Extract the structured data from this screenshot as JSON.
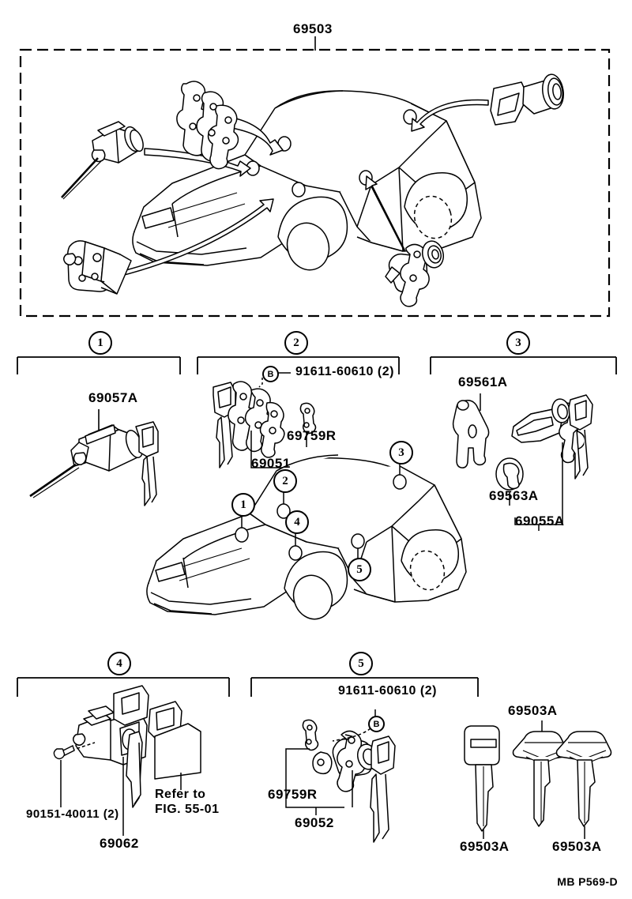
{
  "figure": {
    "footer_code": "MB P569-D",
    "top_assembly_label": "69503"
  },
  "panels": [
    {
      "number": "1",
      "labels": [
        {
          "text": "69057A"
        }
      ]
    },
    {
      "number": "2",
      "labels": [
        {
          "text": "91611-60610 (2)"
        },
        {
          "text": "69759R"
        },
        {
          "text": "69051"
        },
        {
          "text": "B"
        }
      ]
    },
    {
      "number": "3",
      "labels": [
        {
          "text": "69561A"
        },
        {
          "text": "69563A"
        },
        {
          "text": "69055A"
        }
      ]
    },
    {
      "number": "4",
      "labels": [
        {
          "text": "90151-40011 (2)"
        },
        {
          "text": "69062"
        },
        {
          "text": "Refer to"
        },
        {
          "text": "FIG. 55-01"
        }
      ]
    },
    {
      "number": "5",
      "labels": [
        {
          "text": "91611-60610 (2)"
        },
        {
          "text": "69759R"
        },
        {
          "text": "69052"
        },
        {
          "text": "B"
        }
      ]
    }
  ],
  "callouts": {
    "car_middle": [
      "1",
      "2",
      "3",
      "4",
      "5"
    ]
  },
  "keys": [
    {
      "part": "69503A"
    },
    {
      "part": "69503A"
    },
    {
      "part": "69503A"
    }
  ],
  "text": {
    "p1_69057A": "69057A",
    "p2_bolt_code": "91611-60610 (2)",
    "p2_bolt_mark": "B",
    "p2_69759R": "69759R",
    "p2_69051": "69051",
    "p3_69561A": "69561A",
    "p3_69563A": "69563A",
    "p3_69055A": "69055A",
    "p4_screw": "90151-40011 (2)",
    "p4_69062": "69062",
    "p4_refer1": "Refer to",
    "p4_refer2": "FIG. 55-01",
    "p5_bolt_code": "91611-60610 (2)",
    "p5_bolt_mark": "B",
    "p5_69759R": "69759R",
    "p5_69052": "69052",
    "key_left": "69503A",
    "key_mid": "69503A",
    "key_right": "69503A",
    "num1": "1",
    "num2": "2",
    "num3": "3",
    "num4": "4",
    "num5": "5",
    "num1b": "1",
    "num2b": "2",
    "num3b": "3",
    "num4b": "4",
    "num5b": "5",
    "top_label": "69503",
    "footer": "MB P569-D"
  }
}
